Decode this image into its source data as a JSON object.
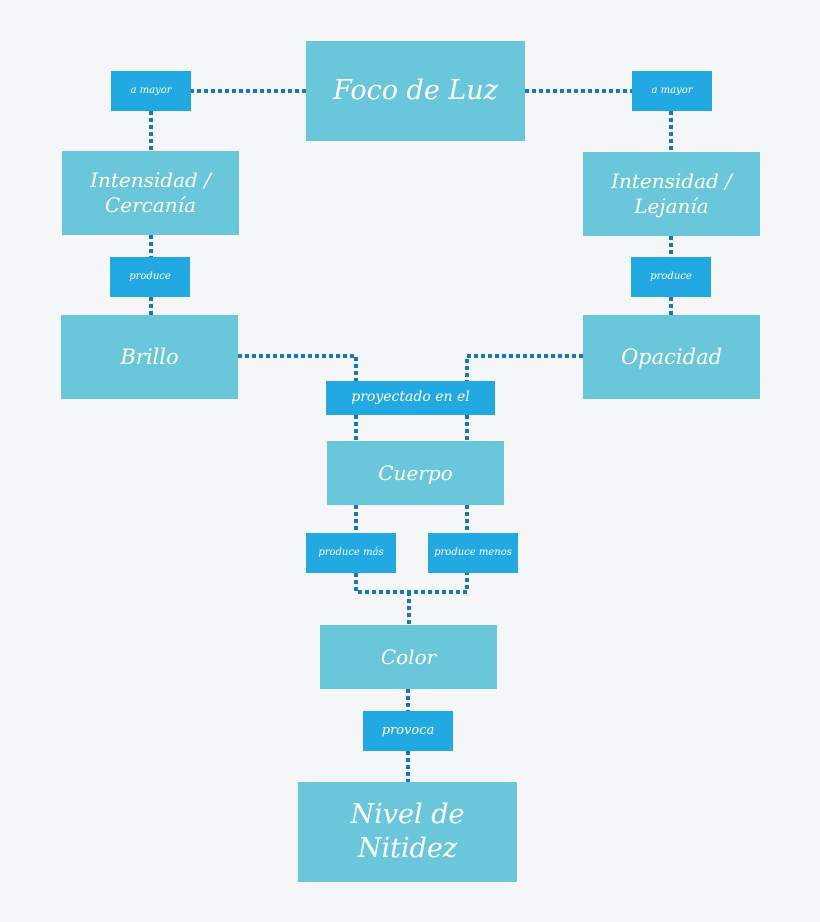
{
  "diagram": {
    "nodes": {
      "foco": "Foco de Luz",
      "intensidad_cercania": [
        "Intensidad /",
        "Cercanía"
      ],
      "intensidad_lejania": [
        "Intensidad /",
        "Lejanía"
      ],
      "brillo": "Brillo",
      "opacidad": "Opacidad",
      "cuerpo": "Cuerpo",
      "color": "Color",
      "nitidez": "Nivel de Nitidez"
    },
    "labels": {
      "a_mayor_left": "a mayor",
      "a_mayor_right": "a mayor",
      "produce_left": "produce",
      "produce_right": "produce",
      "proyectado": "proyectado en el",
      "produce_mas": "produce más",
      "produce_menos": "produce menos",
      "provoca": "provoca"
    },
    "colors": {
      "node_fill": "#6ac6da",
      "label_fill": "#22a9e1",
      "connector": "#1b76b8",
      "background": "#f5f6f7"
    }
  }
}
